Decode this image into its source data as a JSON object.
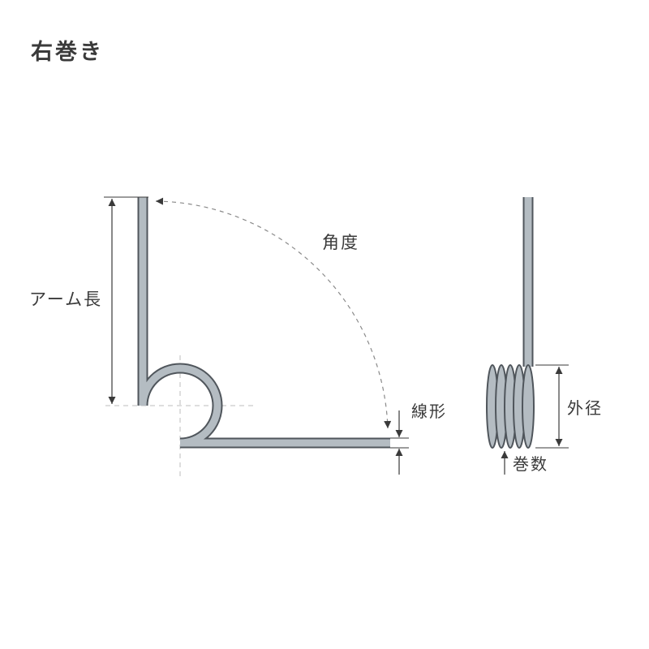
{
  "title": "右巻き",
  "labels": {
    "arm_length": "アーム長",
    "angle": "角度",
    "wire_diameter": "線形",
    "outer_diameter": "外径",
    "coil_count": "巻数"
  },
  "colors": {
    "background": "#ffffff",
    "wire_fill": "#b4bcc2",
    "wire_outline": "#50565c",
    "dimension_line": "#3a3a3a",
    "text": "#3a3a3a",
    "centerline": "#bdbdbd"
  }
}
